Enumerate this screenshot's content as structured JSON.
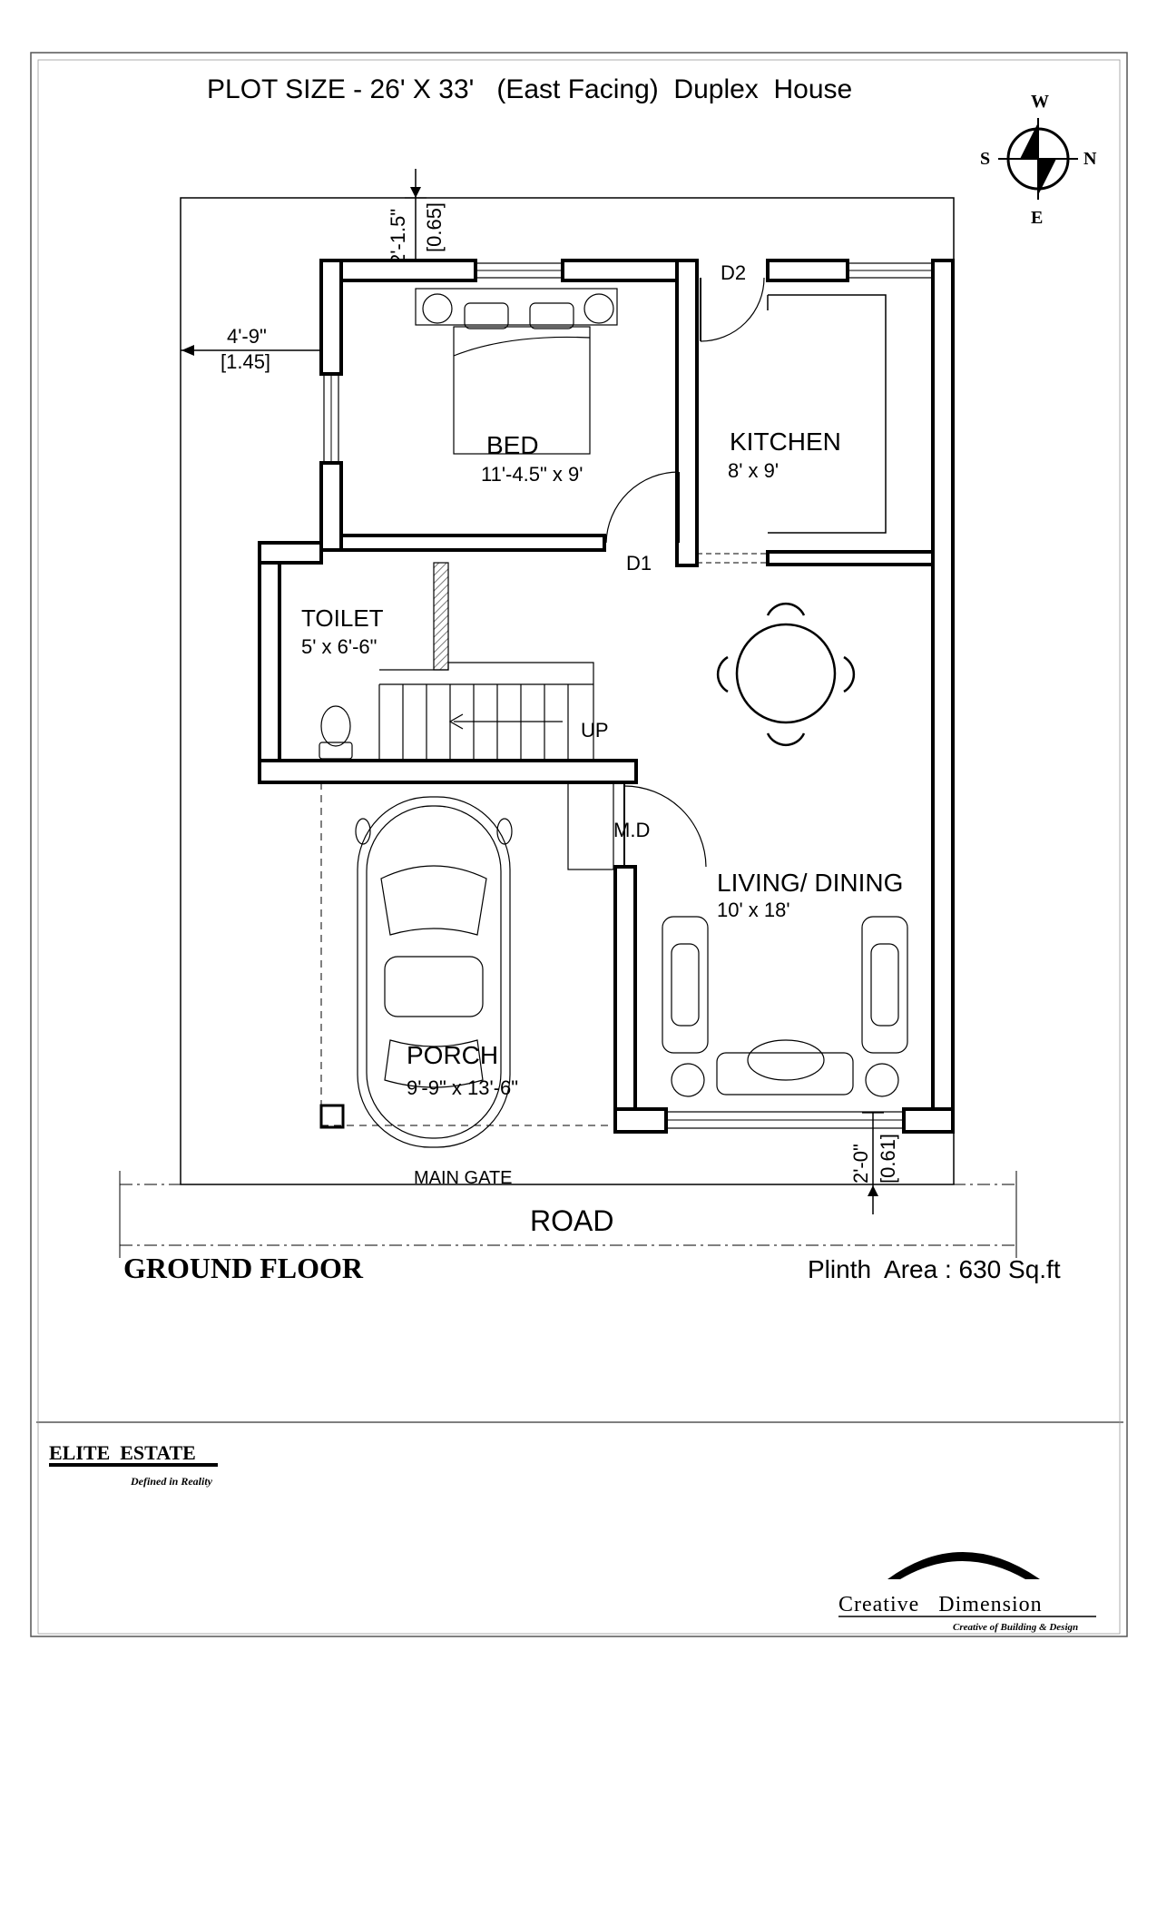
{
  "title": "PLOT SIZE - 26' X 33'   (East Facing)  Duplex  House",
  "compass": {
    "W": "W",
    "S": "S",
    "N": "N",
    "E": "E"
  },
  "dimensions": {
    "top": {
      "ft": "2'-1.5\"",
      "m": "[0.65]"
    },
    "left": {
      "ft": "4'-9\"",
      "m": "[1.45]"
    },
    "bottom": {
      "ft": "2'-0\"",
      "m": "[0.61]"
    }
  },
  "rooms": {
    "bed": {
      "name": "BED",
      "size": "11'-4.5\" x 9'"
    },
    "kitchen": {
      "name": "KITCHEN",
      "size": "8' x 9'"
    },
    "toilet": {
      "name": "TOILET",
      "size": "5' x 6'-6\""
    },
    "living": {
      "name": "LIVING/ DINING",
      "size": "10' x 18'"
    },
    "porch": {
      "name": "PORCH",
      "size": "9'-9\" x 13'-6\""
    }
  },
  "doors": {
    "d1": "D1",
    "d2": "D2",
    "md": "M.D"
  },
  "stair": "UP",
  "main_gate": "MAIN GATE",
  "road": "ROAD",
  "floor_label": "GROUND FLOOR",
  "plinth_area": "Plinth  Area : 630 Sq.ft",
  "brand_left": {
    "name": "ELITE  ESTATE",
    "tagline": "Defined in Reality"
  },
  "brand_right": {
    "name": "Creative   Dimension",
    "tagline": "Creative of Building & Design"
  },
  "colors": {
    "ink": "#000000",
    "paper": "#ffffff",
    "hatch": "#7a7a7a"
  }
}
